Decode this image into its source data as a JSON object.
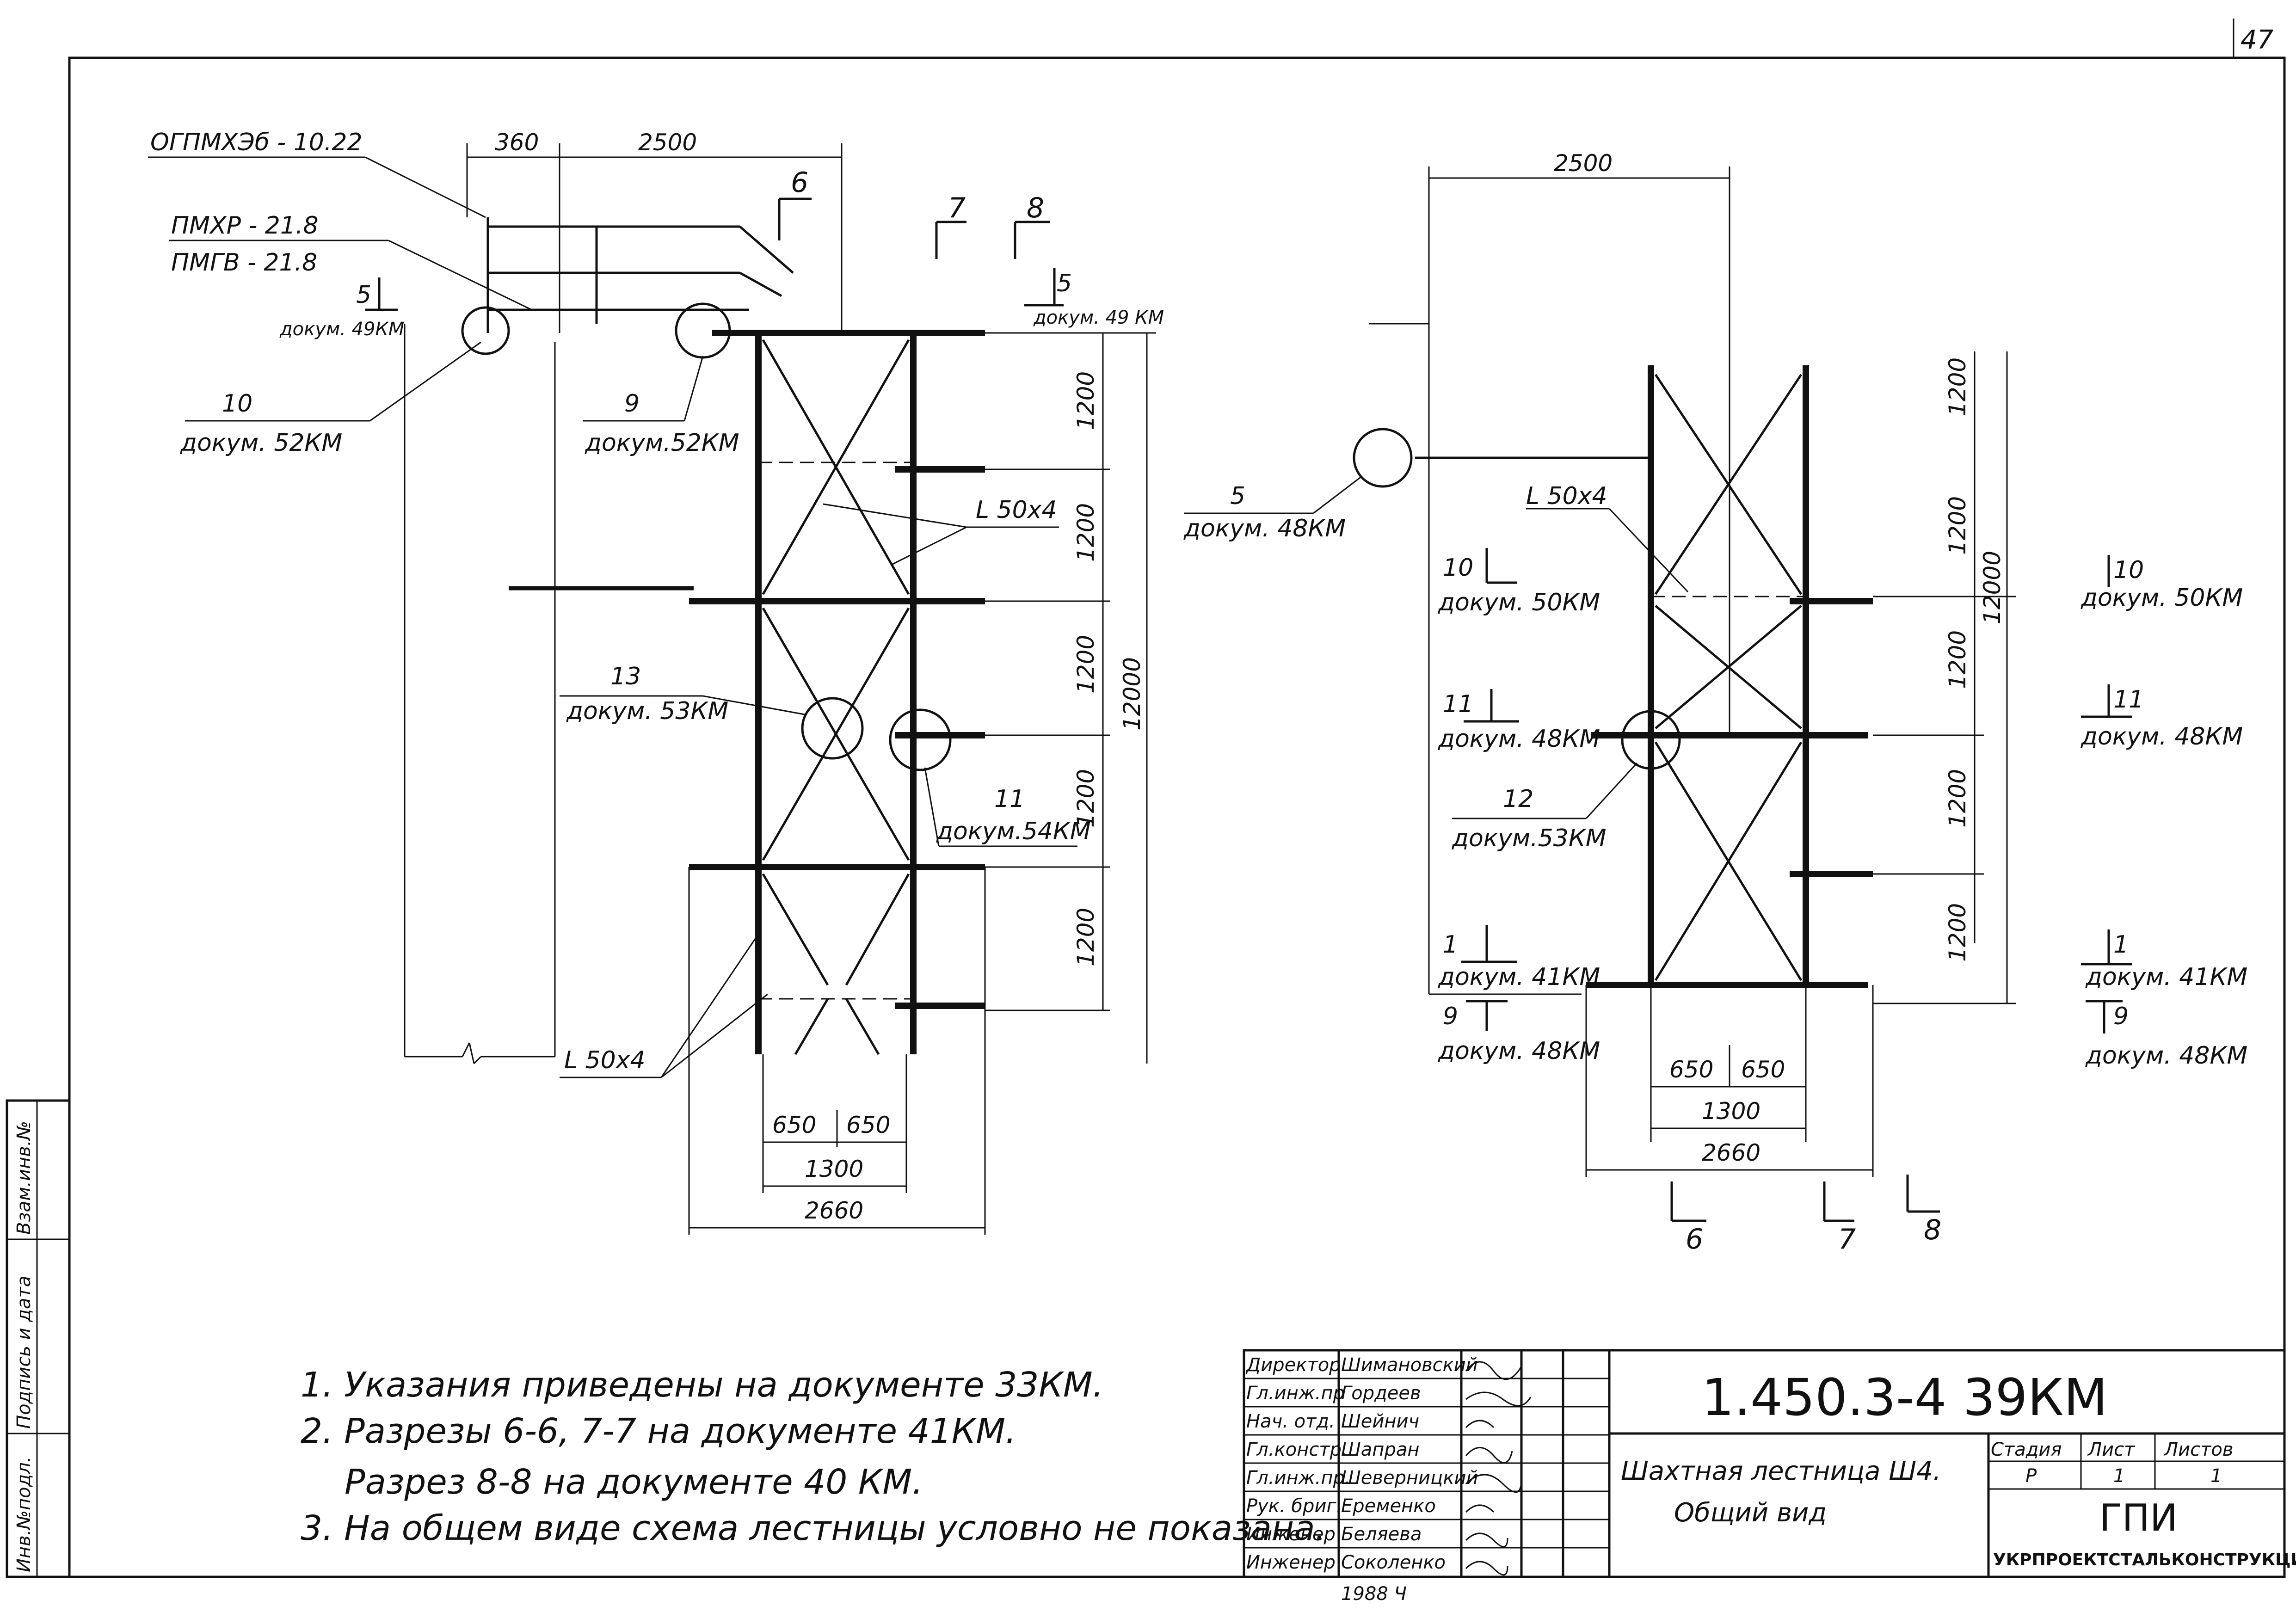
{
  "page_number": "47",
  "left_view": {
    "dims_top": [
      "360",
      "2500"
    ],
    "dims_right": [
      "1200",
      "1200",
      "1200",
      "1200",
      "1200"
    ],
    "dim_total": "12000",
    "dims_bottom": [
      "650",
      "650",
      "1300",
      "2660"
    ],
    "callouts": {
      "ogpm": "ОГПМХЭб - 10.22",
      "pmhr": "ПМХР - 21.8",
      "pmgv": "ПМГВ - 21.8",
      "c5_num": "5",
      "c5_doc": "докум. 49КМ",
      "c5b_num": "5",
      "c5b_doc": "докум. 49 КМ",
      "c10_num": "10",
      "c10_doc": "докум. 52КМ",
      "c9_num": "9",
      "c9_doc": "докум.52КМ",
      "c13_num": "13",
      "c13_doc": "докум. 53КМ",
      "c11_num": "11",
      "c11_doc": "докум.54КМ",
      "angle_a": "L 50х4",
      "angle_b": "L 50х4"
    },
    "sections": [
      "6",
      "7",
      "8"
    ]
  },
  "right_view": {
    "dim_top": "2500",
    "dims_right": [
      "1200",
      "1200",
      "1200",
      "1200",
      "1200"
    ],
    "dim_total": "12000",
    "dims_bottom": [
      "650",
      "650",
      "1300",
      "2660"
    ],
    "callouts": {
      "c5_num": "5",
      "c5_doc": "докум. 48КМ",
      "angle": "L 50х4",
      "c10_num": "10",
      "c10_doc": "докум. 50КМ",
      "c11_num": "11",
      "c11_doc": "докум. 48КМ",
      "c12_num": "12",
      "c12_doc": "докум.53КМ",
      "c1_num": "1",
      "c1_doc": "докум. 41КМ",
      "c9_num": "9",
      "c9_doc": "докум. 48КМ"
    },
    "side_labels": [
      {
        "num": "10",
        "doc": "докум. 50КМ"
      },
      {
        "num": "11",
        "doc": "докум. 48КМ"
      },
      {
        "num": "1",
        "doc": "докум. 41КМ"
      },
      {
        "num": "9",
        "doc": "докум. 48КМ"
      }
    ],
    "sections": [
      "6",
      "7",
      "8"
    ]
  },
  "notes": [
    "1. Указания приведены на документе 33КМ.",
    "2. Разрезы 6-6, 7-7 на документе 41КМ.",
    "Разрез 8-8 на документе 40 КМ.",
    "3. На общем виде схема лестницы условно не показана."
  ],
  "margin_labels": [
    "Инв.№подл.",
    "Подпись и дата",
    "Взам.инв.№"
  ],
  "title_block": {
    "roles": [
      "Директор",
      "Гл.инж.пр",
      "Нач. отд.",
      "Гл.констр.",
      "Гл.инж.пр.",
      "Рук. бриг.",
      "Инженер",
      "Инженер"
    ],
    "names": [
      "Шимановский",
      "Гордеев",
      "Шейнич",
      "Шапран",
      "Шеверницкий",
      "Еременко",
      "Беляева",
      "Соколенко"
    ],
    "doc_code": "1.450.3-4 39КМ",
    "title_line1": "Шахтная лестница Ш4.",
    "title_line2": "Общий вид",
    "stage_header": "Стадия",
    "sheet_header": "Лист",
    "sheets_header": "Листов",
    "stage": "Р",
    "sheet": "1",
    "sheets": "1",
    "org_short": "ГПИ",
    "org_long": "УКРПРОЕКТСТАЛЬКОНСТРУКЦИЯ",
    "year": "1988 Ч"
  }
}
